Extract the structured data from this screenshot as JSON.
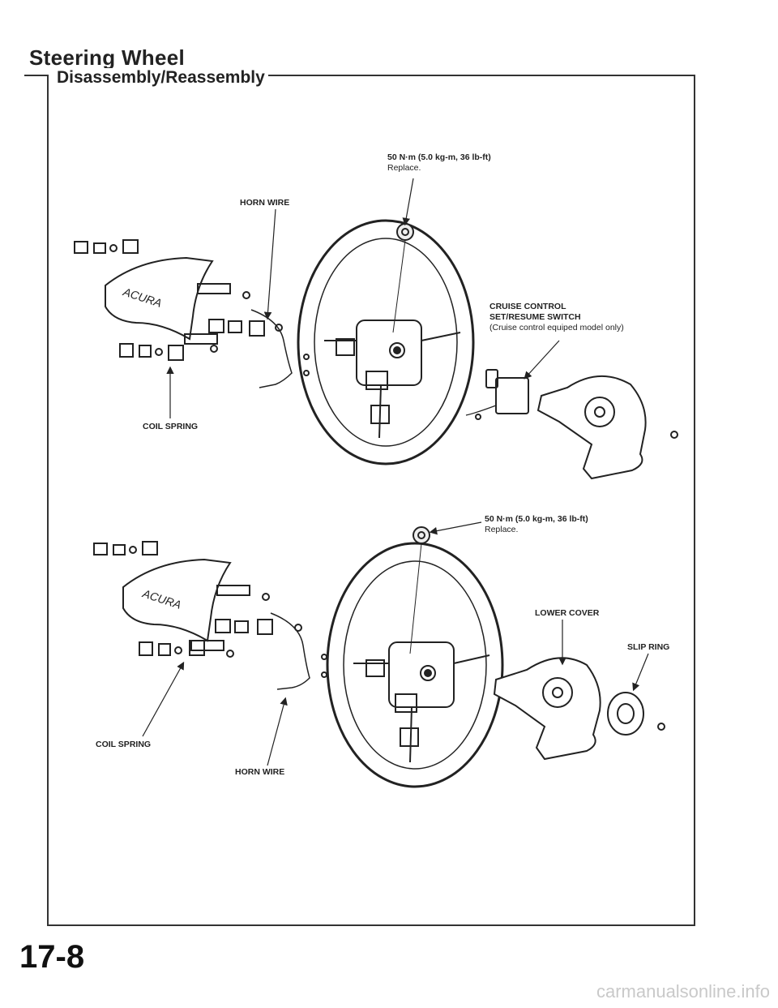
{
  "header": {
    "title": "Steering Wheel",
    "section": "Disassembly/Reassembly"
  },
  "upper_diagram": {
    "torque_nut": {
      "spec": "50 N·m (5.0 kg-m, 36 lb-ft)",
      "note": "Replace."
    },
    "horn_wire": "HORN WIRE",
    "cruise_switch": {
      "line1": "CRUISE CONTROL",
      "line2": "SET/RESUME SWITCH",
      "note": "(Cruise control equiped model only)"
    },
    "coil_spring": "COIL SPRING",
    "pad_logo": "ACURA"
  },
  "lower_diagram": {
    "torque_nut": {
      "spec": "50 N·m (5.0 kg-m, 36 lb-ft)",
      "note": "Replace."
    },
    "lower_cover": "LOWER COVER",
    "slip_ring": "SLIP RING",
    "coil_spring": "COIL SPRING",
    "horn_wire": "HORN WIRE",
    "pad_logo": "ACURA"
  },
  "footer": {
    "page_number": "17-8",
    "watermark": "carmanualsonline.info"
  }
}
